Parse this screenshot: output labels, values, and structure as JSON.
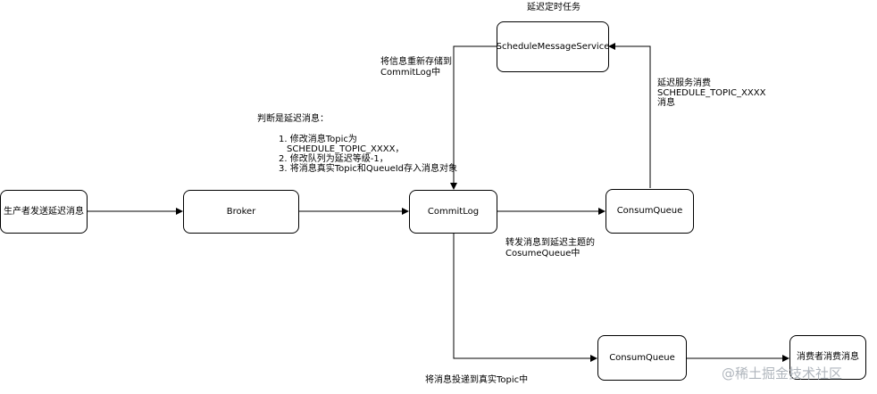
{
  "nodes": {
    "producer": "生产者发送延迟消息",
    "broker": "Broker",
    "commitlog": "CommitLog",
    "consumqueue_upper": "ConsumQueue",
    "schedule_service": "ScheduleMessageService",
    "consumqueue_lower": "ConsumQueue",
    "consumer": "消费者消费消息"
  },
  "labels": {
    "schedule_title": "延迟定时任务",
    "restore_line1": "将信息重新存储到",
    "restore_line2": "CommitLog中",
    "judge_title": "判断是延迟消息：",
    "step1_line1": "1. 修改消息Topic为",
    "step1_line2": "SCHEDULE_TOPIC_XXXX，",
    "step2": "2. 修改队列为延迟等级-1，",
    "step3": "3. 将消息真实Topic和QueueId存入消息对象",
    "delay_consume_line1": "延迟服务消费",
    "delay_consume_line2": "SCHEDULE_TOPIC_XXXX",
    "delay_consume_line3": "消息",
    "forward_line1": "转发消息到延迟主题的",
    "forward_line2": "CosumeQueue中",
    "deliver_real": "将消息投递到真实Topic中"
  },
  "watermark": "@稀土掘金技术社区"
}
